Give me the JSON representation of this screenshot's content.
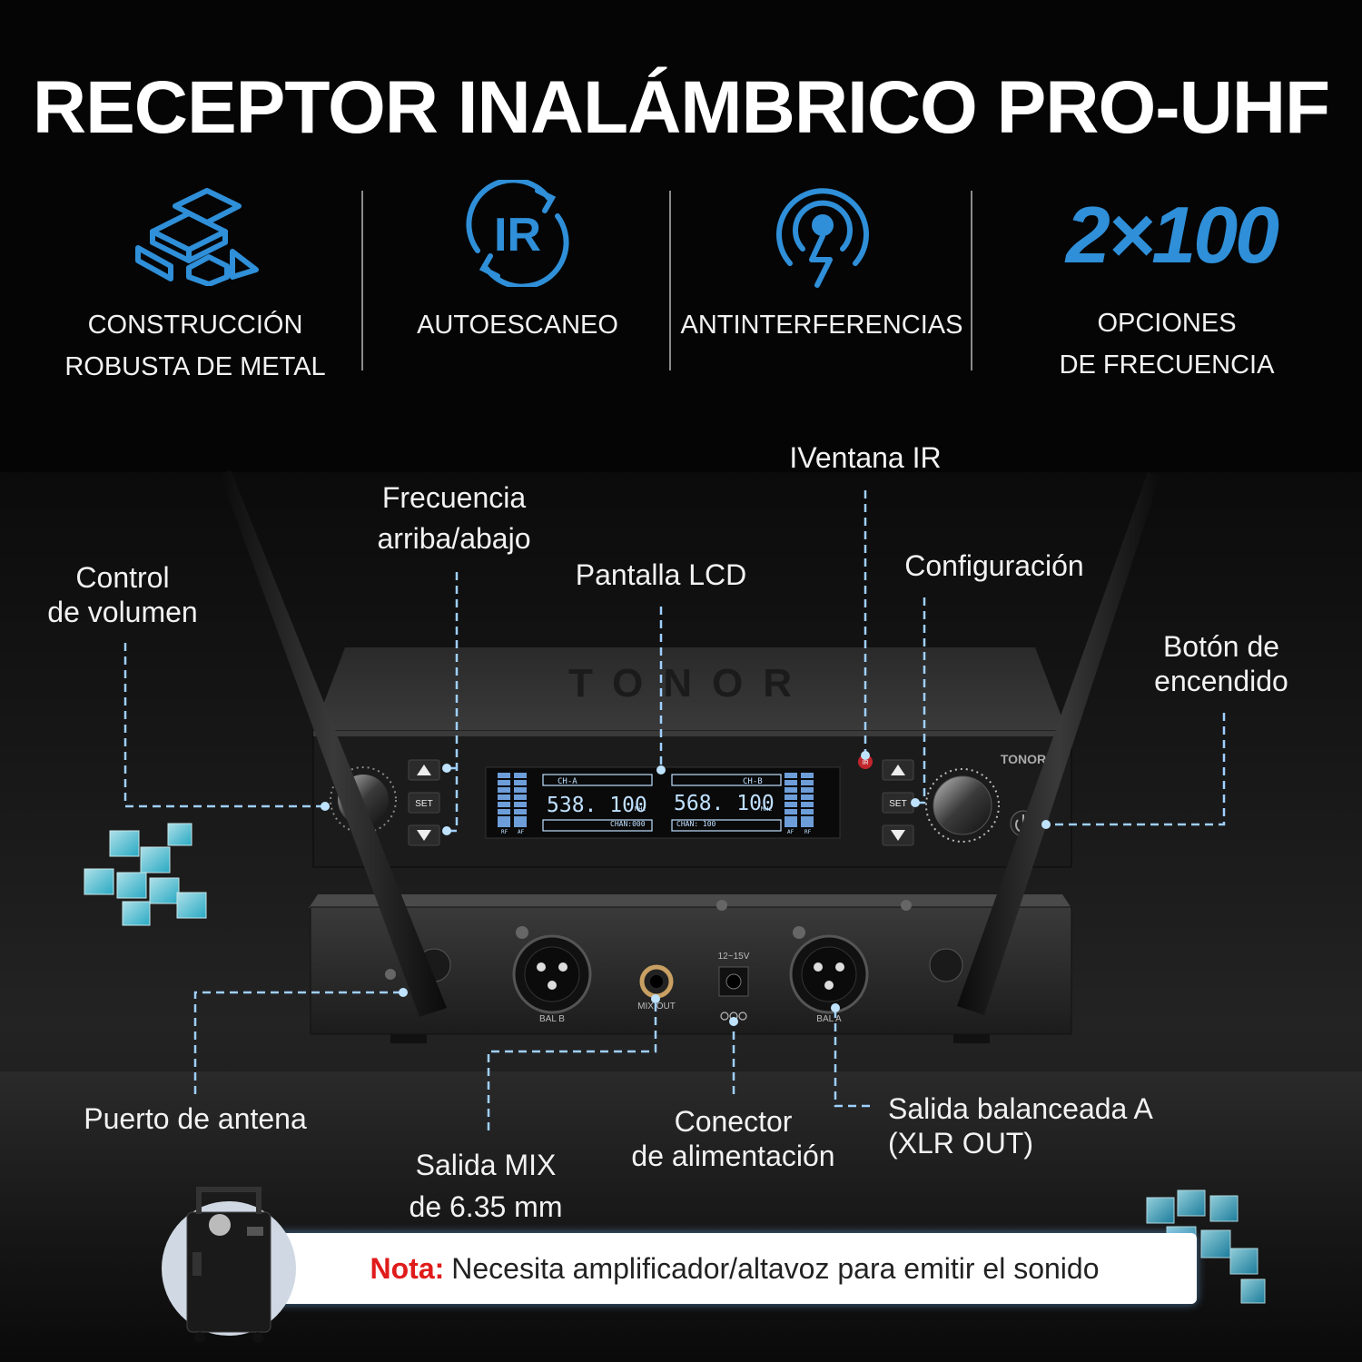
{
  "header": {
    "title": "RECEPTOR INALÁMBRICO PRO-UHF"
  },
  "features": [
    {
      "icon": "metal-bars-icon",
      "line1": "CONSTRUCCIÓN",
      "line2": "ROBUSTA DE METAL"
    },
    {
      "icon": "ir-scan-icon",
      "badge": "IR",
      "line1": "AUTOESCANEO"
    },
    {
      "icon": "anti-interference-icon",
      "line1": "ANTINTERFERENCIAS"
    },
    {
      "number": "2×100",
      "line1": "OPCIONES",
      "line2": "DE FRECUENCIA"
    }
  ],
  "callouts": {
    "volume": {
      "line1": "Control",
      "line2": "de volumen"
    },
    "freq": {
      "line1": "Frecuencia",
      "line2": "arriba/abajo"
    },
    "lcd": "Pantalla LCD",
    "ir": "IVentana IR",
    "config": "Configuración",
    "power": {
      "line1": "Botón de",
      "line2": "encendido"
    },
    "antenna_port": "Puerto de antena",
    "mix_out": {
      "line1": "Salida MIX",
      "line2": "de 6.35 mm"
    },
    "power_conn": {
      "line1": "Conector",
      "line2": "de alimentación"
    },
    "bal_out": {
      "line1": "Salida balanceada A",
      "line2": "(XLR OUT)"
    }
  },
  "device": {
    "brand_top": "TONOR",
    "brand_front": "TONOR",
    "set_label": "SET",
    "ir_label": "IR",
    "lcd": {
      "ch_a": "CH-A",
      "ch_b": "CH-B",
      "freq_a": "538. 100",
      "freq_b": "568. 100",
      "unit": "MHz",
      "chan_a": "CHAN:000",
      "chan_b": "CHAN: 100",
      "rf": "RF",
      "af": "AF"
    },
    "back": {
      "bal_b": "BAL B",
      "mix_out": "MIX OUT",
      "voltage": "12~15V",
      "bal_a": "BAL A"
    }
  },
  "note": {
    "label": "Nota:",
    "text": "Necesita amplificador/altavoz para emitir el sonido"
  },
  "colors": {
    "accent_blue": "#2f8fd8",
    "note_red": "#e01b1b",
    "lcd_blue": "#bfe0ff"
  }
}
